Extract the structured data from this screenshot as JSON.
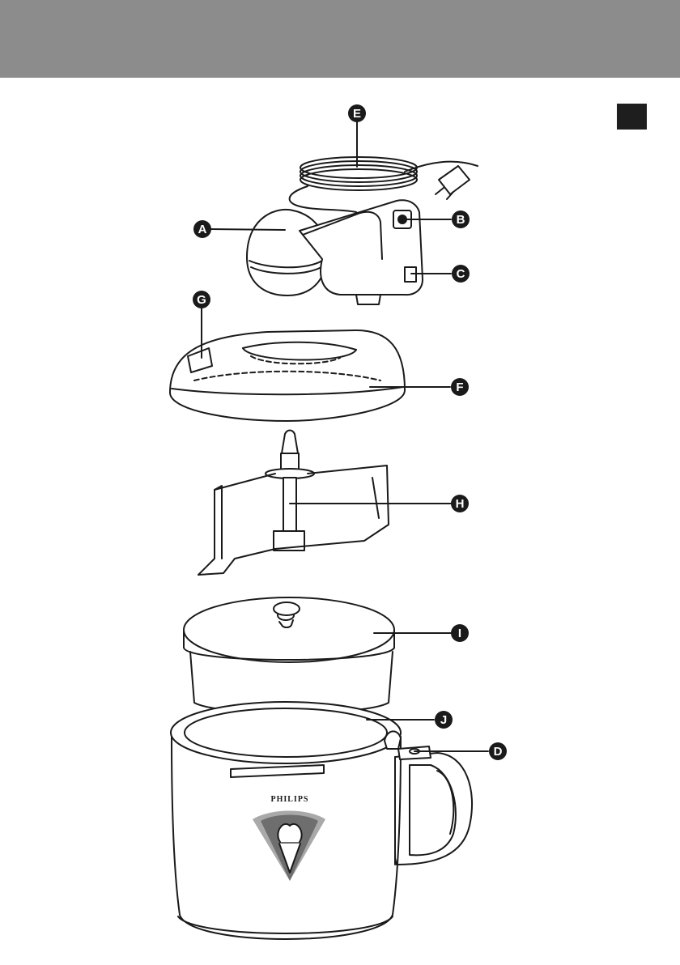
{
  "colors": {
    "header": "#8c8c8c",
    "lang_tab": "#1e1e1e",
    "line": "#1a1a1a",
    "badge": "#1a1a1a",
    "badge_text": "#ffffff",
    "fan_outer": "#a9a9a9",
    "fan_inner": "#6e6e6e"
  },
  "brand": "PHILIPS",
  "callouts": [
    {
      "letter": "A",
      "part": "dome-cap"
    },
    {
      "letter": "B",
      "part": "socket"
    },
    {
      "letter": "C",
      "part": "switch"
    },
    {
      "letter": "D",
      "part": "handle-button"
    },
    {
      "letter": "E",
      "part": "power-cord"
    },
    {
      "letter": "F",
      "part": "lid"
    },
    {
      "letter": "G",
      "part": "lid-tab"
    },
    {
      "letter": "H",
      "part": "paddle"
    },
    {
      "letter": "I",
      "part": "freezer-bowl"
    },
    {
      "letter": "J",
      "part": "container"
    }
  ]
}
